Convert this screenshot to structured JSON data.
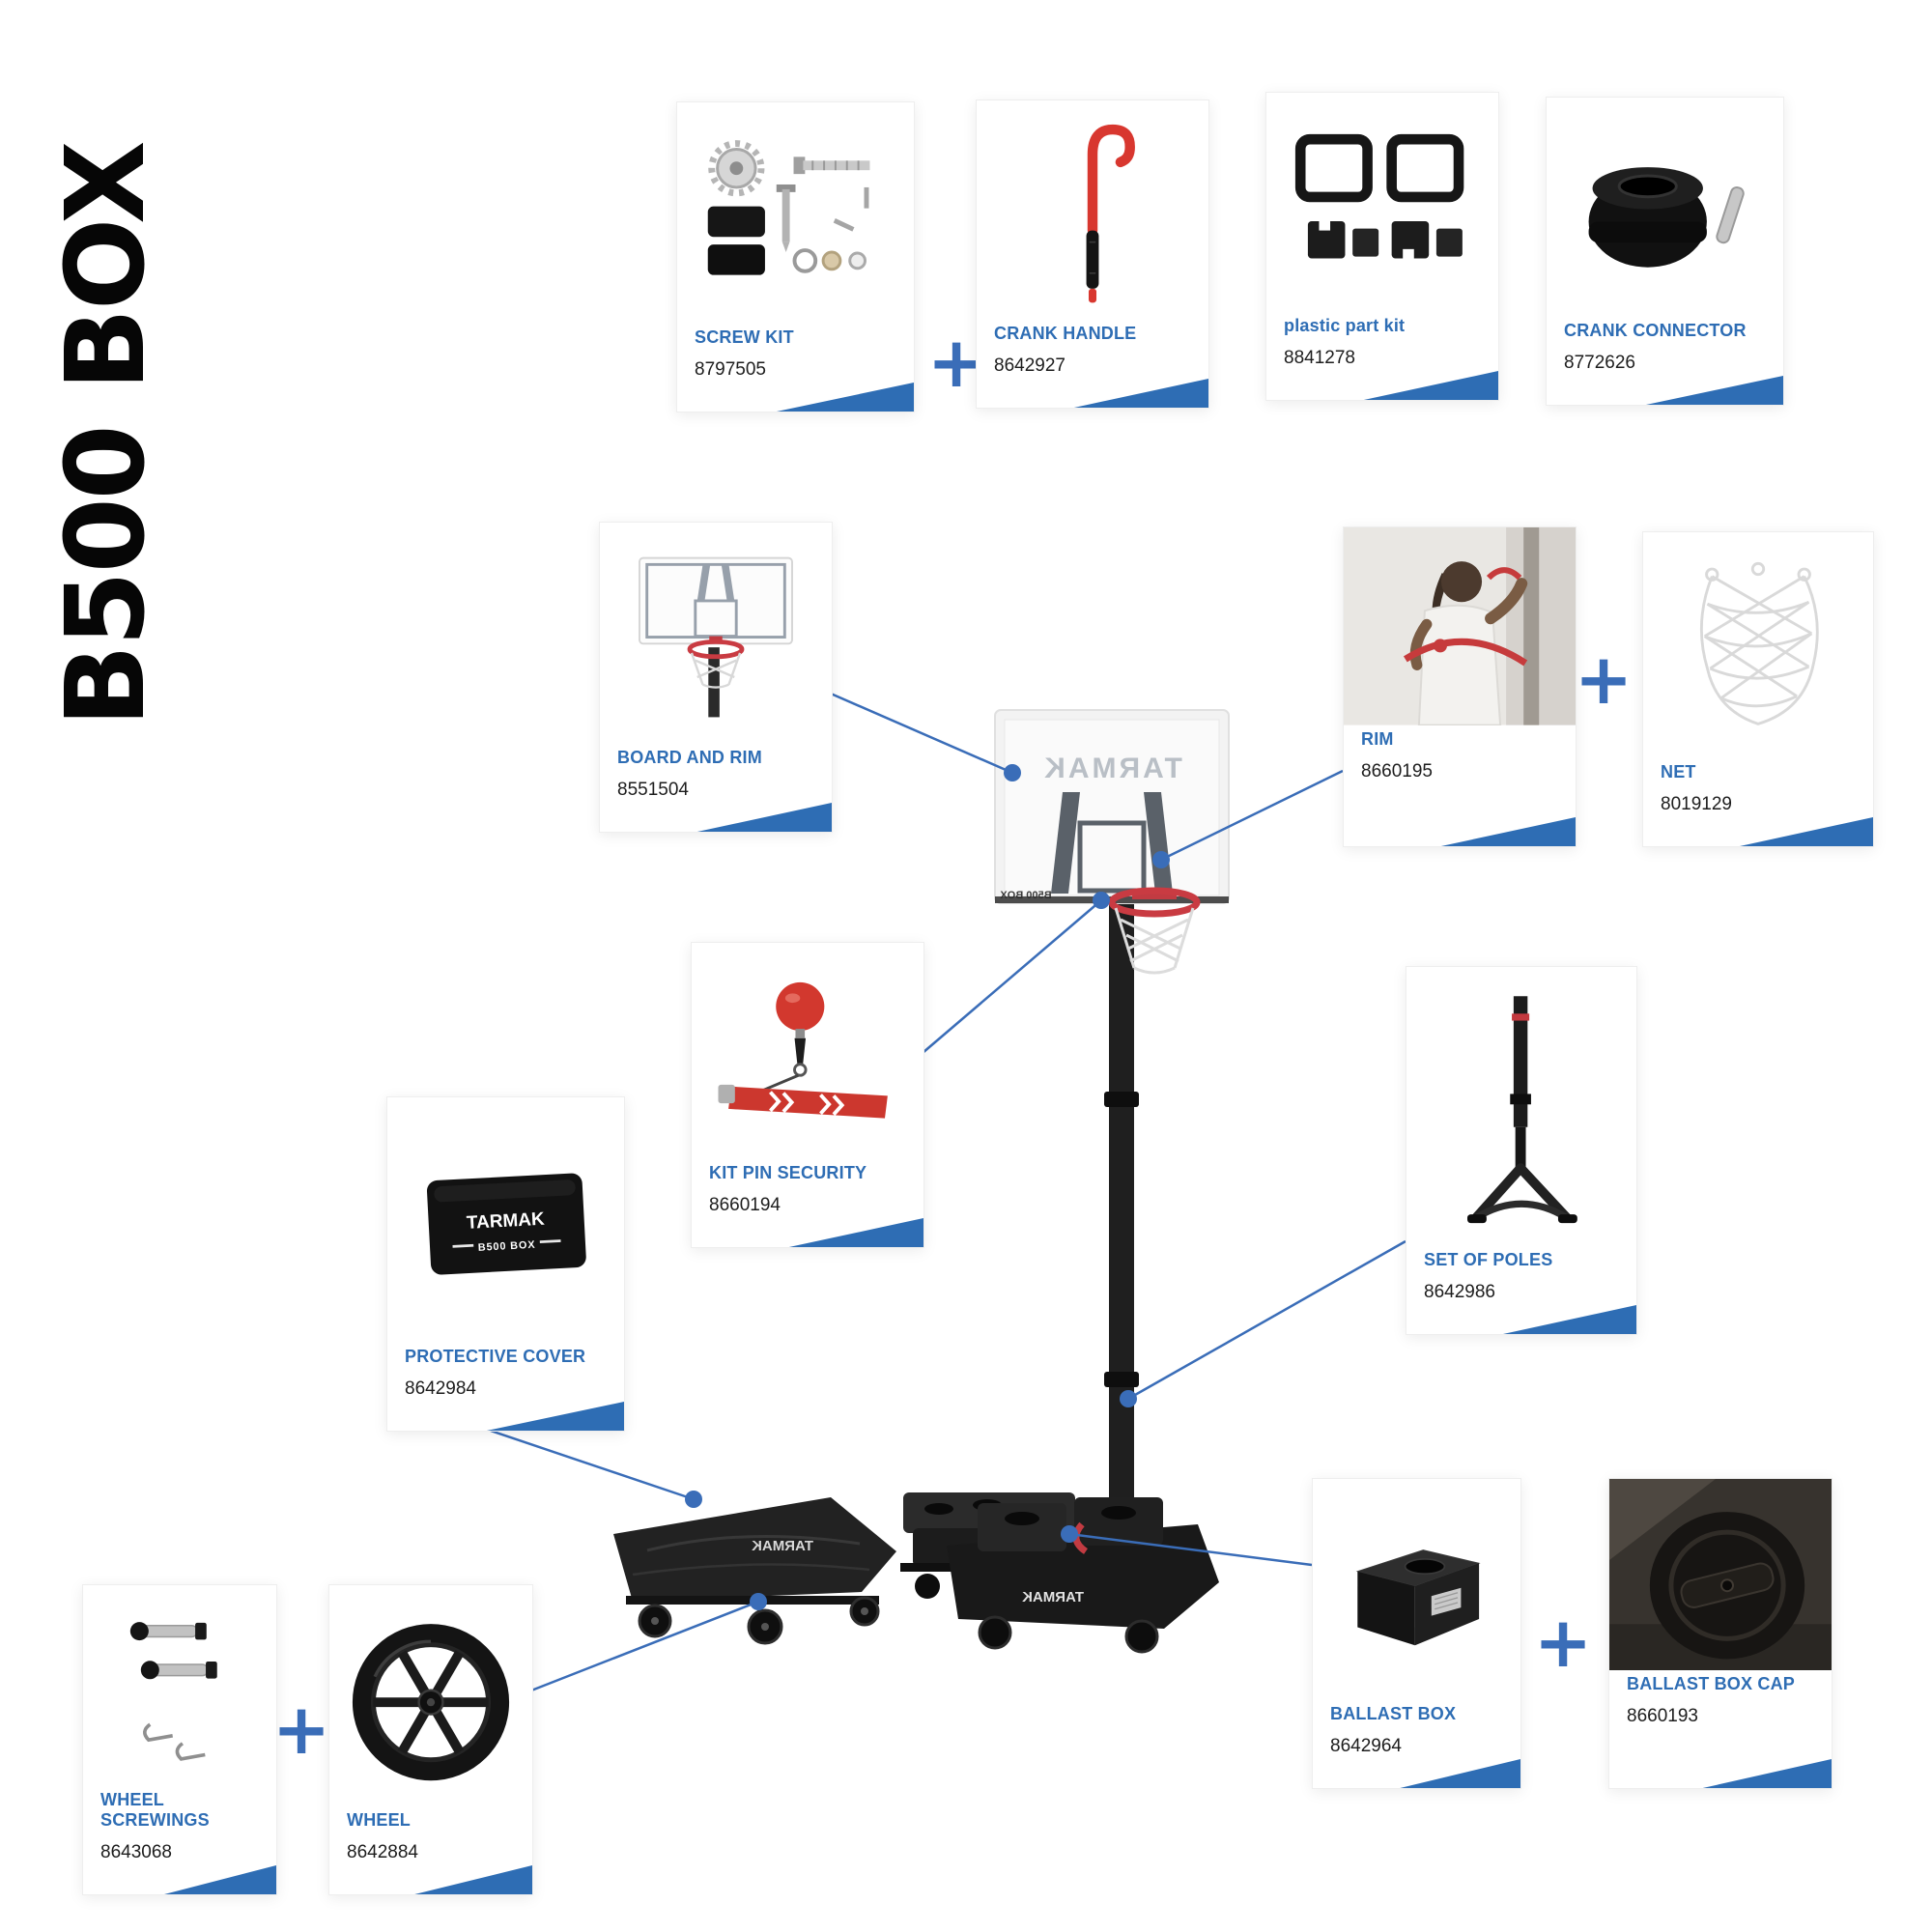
{
  "page": {
    "title": "B500 BOX"
  },
  "colors": {
    "accent": "#2e6db4",
    "connector_blue": "#3a6db8",
    "text_dark": "#1d1d1d"
  },
  "plus_symbol": "+",
  "backboard_brand": "TARMAK",
  "cover_label": {
    "brand": "TARMAK",
    "model": "B500 BOX"
  },
  "cards": [
    {
      "id": "screw-kit",
      "name": "SCREW KIT",
      "ref": "8797505",
      "image": "screw-kit-illustration"
    },
    {
      "id": "crank-handle",
      "name": "CRANK HANDLE",
      "ref": "8642927",
      "image": "crank-handle-illustration"
    },
    {
      "id": "plastic-part-kit",
      "name": "plastic part kit",
      "ref": "8841278",
      "image": "plastic-part-kit-illustration"
    },
    {
      "id": "crank-connector",
      "name": "CRANK CONNECTOR",
      "ref": "8772626",
      "image": "crank-connector-illustration"
    },
    {
      "id": "board-and-rim",
      "name": "BOARD AND RIM",
      "ref": "8551504",
      "image": "board-and-rim-illustration"
    },
    {
      "id": "rim",
      "name": "RIM",
      "ref": "8660195",
      "image": "rim-photo"
    },
    {
      "id": "net",
      "name": "NET",
      "ref": "8019129",
      "image": "net-illustration"
    },
    {
      "id": "kit-pin-security",
      "name": "KIT PIN SECURITY",
      "ref": "8660194",
      "image": "kit-pin-security-illustration"
    },
    {
      "id": "protective-cover",
      "name": "PROTECTIVE COVER",
      "ref": "8642984",
      "image": "protective-cover-illustration"
    },
    {
      "id": "set-of-poles",
      "name": "SET OF POLES",
      "ref": "8642986",
      "image": "set-of-poles-illustration"
    },
    {
      "id": "ballast-box",
      "name": "BALLAST BOX",
      "ref": "8642964",
      "image": "ballast-box-illustration"
    },
    {
      "id": "ballast-box-cap",
      "name": "BALLAST BOX CAP",
      "ref": "8660193",
      "image": "ballast-box-cap-photo"
    },
    {
      "id": "wheel-screwings",
      "name": "WHEEL SCREWINGS",
      "ref": "8643068",
      "image": "wheel-screwings-illustration"
    },
    {
      "id": "wheel",
      "name": "WHEEL",
      "ref": "8642884",
      "image": "wheel-illustration"
    }
  ]
}
